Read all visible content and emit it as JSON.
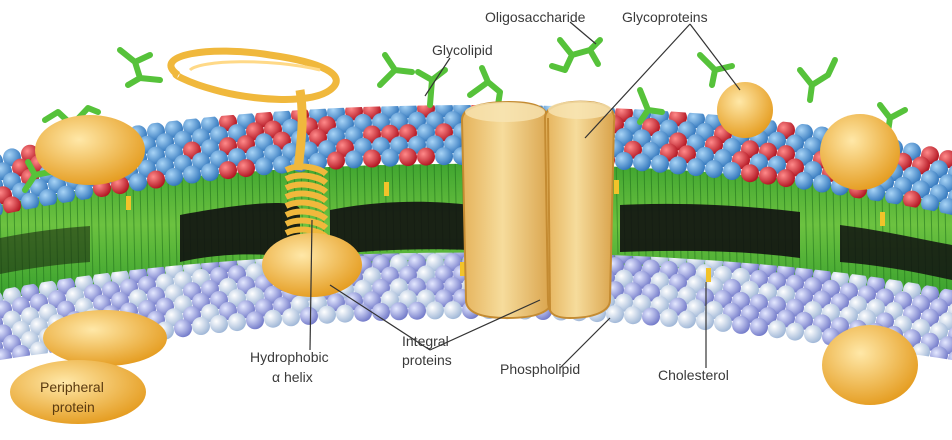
{
  "labels": {
    "oligosaccharide": "Oligosaccharide",
    "glycoproteins": "Glycoproteins",
    "glycolipid": "Glycolipid",
    "hydrophobic_line1": "Hydrophobic",
    "hydrophobic_line2": "α helix",
    "integral_line1": "Integral",
    "integral_line2": "proteins",
    "phospholipid": "Phospholipid",
    "cholesterol": "Cholesterol",
    "peripheral_line1": "Peripheral",
    "peripheral_line2": "protein"
  },
  "colors": {
    "outer_head_blue": "#3f8fd2",
    "outer_head_red": "#d4202c",
    "inner_head_lavender": "#9aa6e0",
    "inner_head_white": "#e6eef8",
    "tails_green": "#3aa02c",
    "core_black": "#111111",
    "protein_gold": "#f0b83c",
    "sugar_green": "#56c23a",
    "cholesterol_yellow": "#f2c32a"
  }
}
